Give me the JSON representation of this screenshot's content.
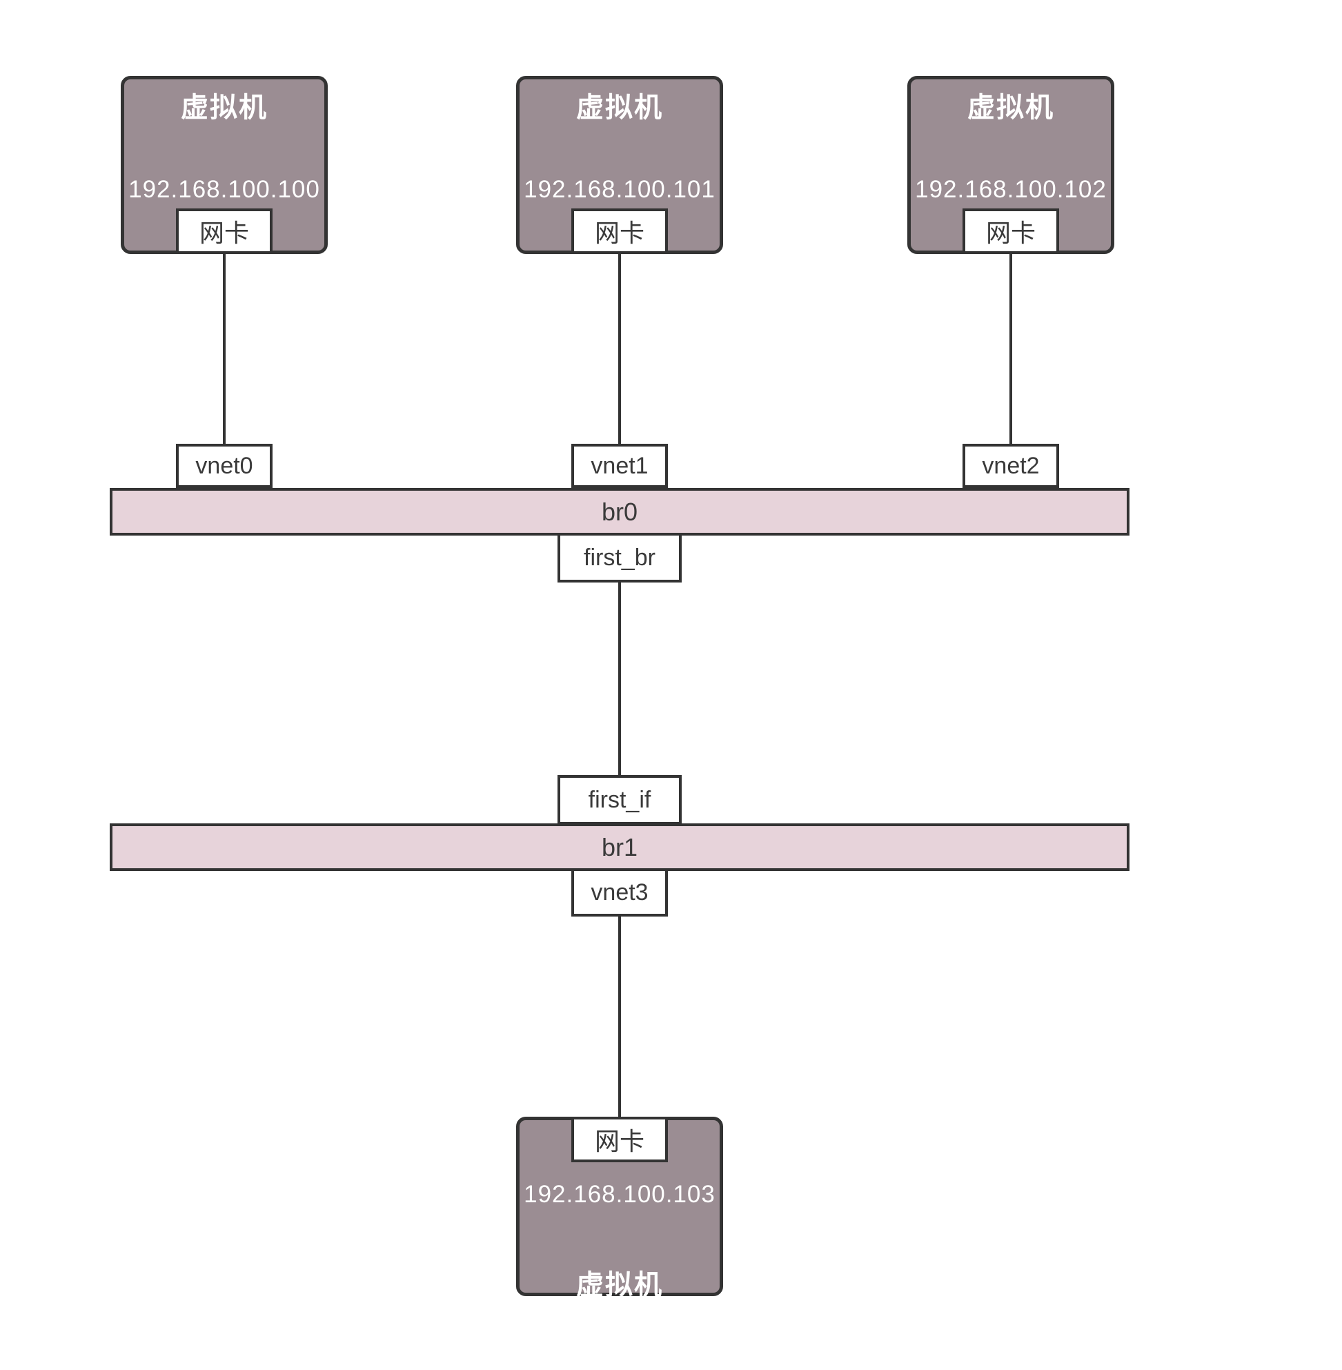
{
  "colors": {
    "vm_fill": "#9b8d93",
    "bridge_fill": "#e7d3da",
    "stroke": "#333333",
    "box_fill": "#ffffff",
    "text_light": "#ffffff",
    "text_dark": "#3a3a3a",
    "background": "#ffffff"
  },
  "vms_top": [
    {
      "title": "虚拟机",
      "ip": "192.168.100.100",
      "nic": "网卡",
      "vnet": "vnet0"
    },
    {
      "title": "虚拟机",
      "ip": "192.168.100.101",
      "nic": "网卡",
      "vnet": "vnet1"
    },
    {
      "title": "虚拟机",
      "ip": "192.168.100.102",
      "nic": "网卡",
      "vnet": "vnet2"
    }
  ],
  "bridge0": {
    "label": "br0",
    "downlink_port": "first_br"
  },
  "bridge1": {
    "label": "br1",
    "uplink_port": "first_if",
    "downlink_port": "vnet3"
  },
  "vm_bottom": {
    "title": "虚拟机",
    "ip": "192.168.100.103",
    "nic": "网卡"
  }
}
